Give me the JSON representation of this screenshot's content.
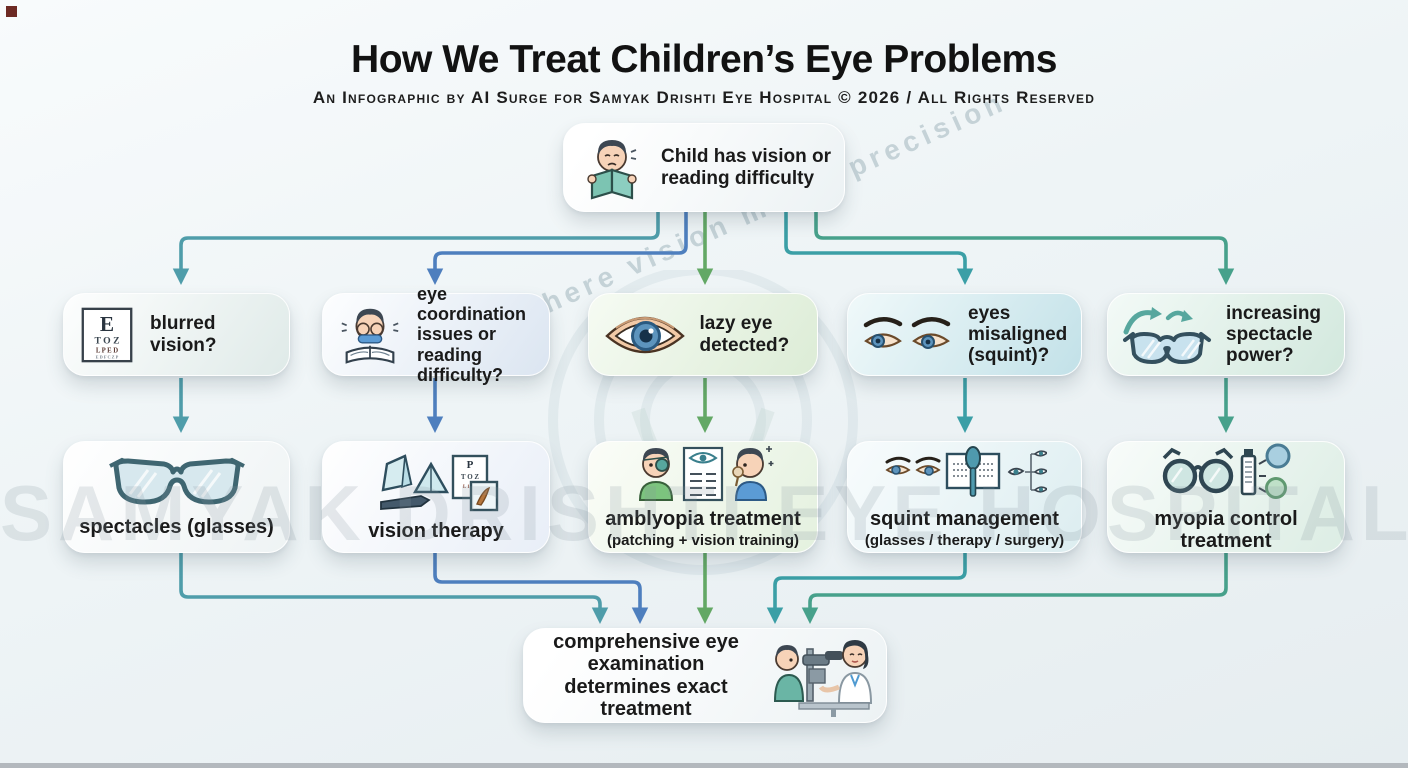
{
  "header": {
    "title": "How We Treat Children’s Eye Problems",
    "subtitle": "An Infographic by AI Surge  for Samyak Drishti Eye Hospital  © 2026 / All Rights Reserved"
  },
  "watermark": {
    "brand": "SAMYAK DRISHTI EYE HOSPITAL",
    "tagline": "where vision meets precision"
  },
  "flow": {
    "root": {
      "label": "Child has vision or reading difficulty",
      "icon": "child-reading-icon"
    },
    "questions": [
      {
        "label": "blurred vision?",
        "icon": "eye-chart-icon"
      },
      {
        "label": "eye coordination issues or reading difficulty?",
        "icon": "child-rubbing-eyes-icon"
      },
      {
        "label": "lazy eye detected?",
        "icon": "eye-icon"
      },
      {
        "label": "eyes misaligned (squint)?",
        "icon": "misaligned-eyes-icon"
      },
      {
        "label": "increasing spectacle power?",
        "icon": "glasses-rising-power-icon"
      }
    ],
    "treatments": [
      {
        "label": "spectacles (glasses)",
        "sublabel": "",
        "icon": "spectacles-icon"
      },
      {
        "label": "vision therapy",
        "sublabel": "",
        "icon": "vision-therapy-tools-icon"
      },
      {
        "label": "amblyopia treatment",
        "sublabel": "(patching + vision training)",
        "icon": "eye-patching-icon"
      },
      {
        "label": "squint management",
        "sublabel": "(glasses / therapy / surgery)",
        "icon": "squint-tools-icon"
      },
      {
        "label": "myopia control treatment",
        "sublabel": "",
        "icon": "myopia-control-icon"
      }
    ],
    "final": {
      "label": "comprehensive eye examination determines exact treatment",
      "icon": "eye-exam-icon"
    }
  },
  "icons": {
    "eye_chart": {
      "row1": "E",
      "row2": "T O Z",
      "row3": "L P E D",
      "row4": "E D F C Z P"
    },
    "mini_chart": {
      "row1": "P",
      "row2": "T O Z",
      "row3": "L 1 ? 9"
    }
  },
  "colors": {
    "connector_teal": "#4f9daa",
    "connector_blue": "#4e7fbe",
    "connector_green": "#63a865",
    "connector_dark_teal": "#3b9fa6",
    "connector_teal_green": "#47a18b",
    "background": "#eef4f6"
  }
}
